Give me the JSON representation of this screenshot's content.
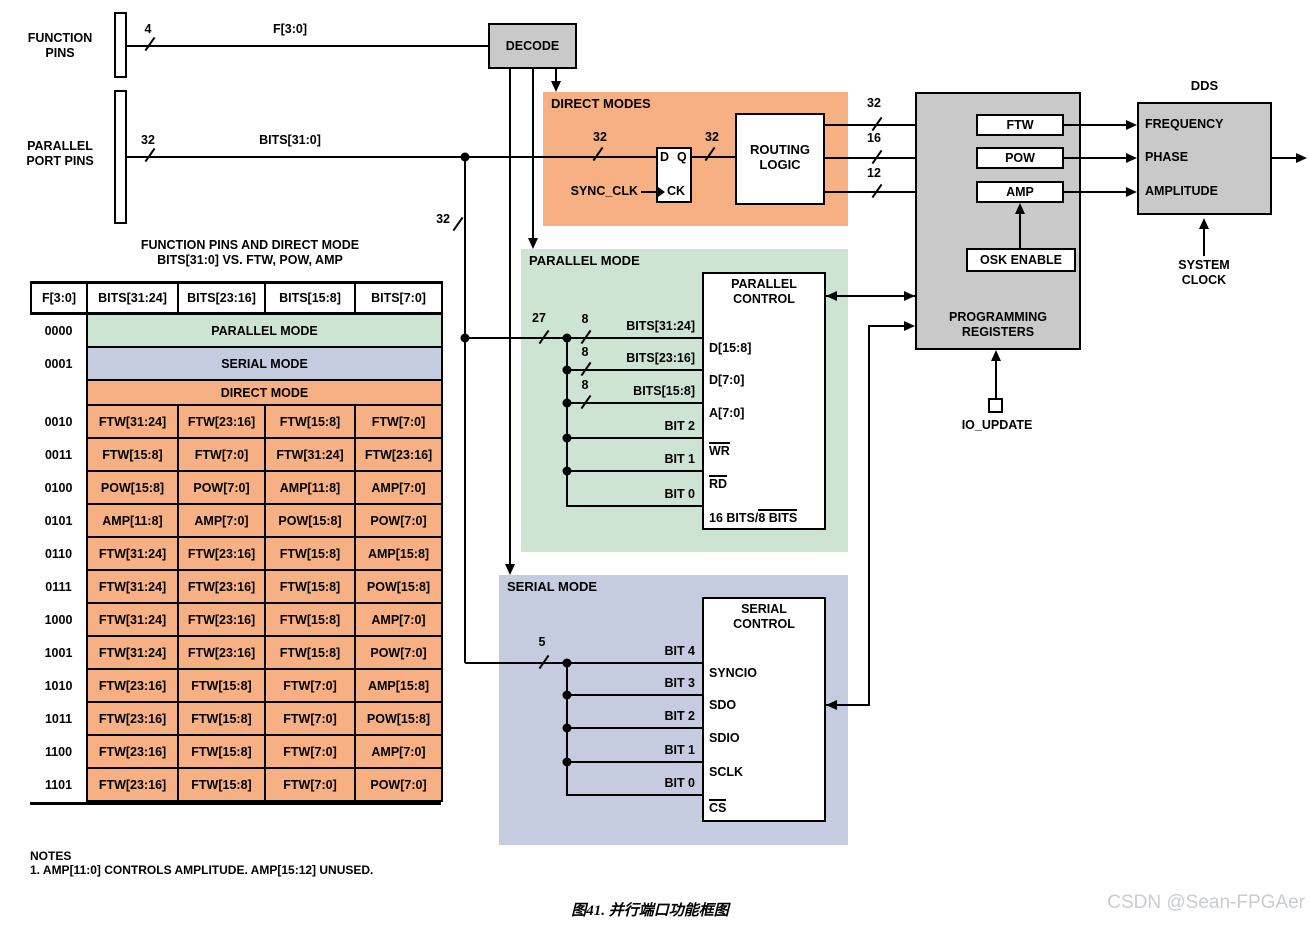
{
  "colors": {
    "orange": "#F7B083",
    "green": "#CDE4D3",
    "blue": "#C5CCDF",
    "gray": "#C9C9C9",
    "watermark": "#C9CBD6"
  },
  "top": {
    "function_pins": [
      "FUNCTION",
      "PINS"
    ],
    "parallel_port_pins": [
      "PARALLEL",
      "PORT PINS"
    ],
    "f_bus": {
      "width": "4",
      "label": "F[3:0]"
    },
    "bits_bus": {
      "width": "32",
      "label": "BITS[31:0]"
    },
    "drop_width": "32",
    "decode": "DECODE"
  },
  "direct_modes": {
    "title": "DIRECT MODES",
    "in_width": "32",
    "sync_clk": "SYNC_CLK",
    "ff": {
      "d": "D",
      "q": "Q",
      "ck": "CK"
    },
    "out_width": "32",
    "routing": [
      "ROUTING",
      "LOGIC"
    ],
    "buses": [
      "32",
      "16",
      "12"
    ]
  },
  "registers": {
    "title": [
      "PROGRAMMING",
      "REGISTERS"
    ],
    "regs": [
      "FTW",
      "POW",
      "AMP"
    ],
    "osk": "OSK ENABLE",
    "io_update": "IO_UPDATE"
  },
  "dds": {
    "title": "DDS",
    "inputs": [
      "FREQUENCY",
      "PHASE",
      "AMPLITUDE"
    ],
    "system_clock": [
      "SYSTEM",
      "CLOCK"
    ]
  },
  "parallel_mode": {
    "title": "PARALLEL MODE",
    "bus_width": "27",
    "control_title": [
      "PARALLEL",
      "CONTROL"
    ],
    "pins": [
      {
        "bus": "8",
        "label": "BITS[31:24]",
        "pin": "D[15:8]"
      },
      {
        "bus": "8",
        "label": "BITS[23:16]",
        "pin": "D[7:0]"
      },
      {
        "bus": "8",
        "label": "BITS[15:8]",
        "pin": "A[7:0]"
      },
      {
        "label": "BIT 2",
        "pin_over": "WR"
      },
      {
        "label": "BIT 1",
        "pin_over": "RD"
      },
      {
        "label": "BIT 0",
        "pin_pre": "16 BITS/",
        "pin_over": "8 BITS"
      }
    ]
  },
  "serial_mode": {
    "title": "SERIAL MODE",
    "bus_width": "5",
    "control_title": [
      "SERIAL",
      "CONTROL"
    ],
    "pins": [
      {
        "label": "BIT 4",
        "pin": "SYNCIO"
      },
      {
        "label": "BIT 3",
        "pin": "SDO"
      },
      {
        "label": "BIT 2",
        "pin": "SDIO"
      },
      {
        "label": "BIT 1",
        "pin": "SCLK"
      },
      {
        "label": "BIT 0",
        "pin_over": "CS"
      }
    ]
  },
  "table": {
    "title": [
      "FUNCTION PINS AND DIRECT MODE",
      "BITS[31:0] VS. FTW, POW, AMP"
    ],
    "headers": [
      "F[3:0]",
      "BITS[31:24]",
      "BITS[23:16]",
      "BITS[15:8]",
      "BITS[7:0]"
    ],
    "mode_rows": [
      {
        "f": "0000",
        "label": "PARALLEL MODE",
        "color_key": "green"
      },
      {
        "f": "0001",
        "label": "SERIAL MODE",
        "color_key": "blue"
      },
      {
        "f": "",
        "label": "DIRECT MODE",
        "color_key": "orange"
      }
    ],
    "rows": [
      {
        "f": "0010",
        "cells": [
          "FTW[31:24]",
          "FTW[23:16]",
          "FTW[15:8]",
          "FTW[7:0]"
        ]
      },
      {
        "f": "0011",
        "cells": [
          "FTW[15:8]",
          "FTW[7:0]",
          "FTW[31:24]",
          "FTW[23:16]"
        ]
      },
      {
        "f": "0100",
        "cells": [
          "POW[15:8]",
          "POW[7:0]",
          "AMP[11:8]",
          "AMP[7:0]"
        ]
      },
      {
        "f": "0101",
        "cells": [
          "AMP[11:8]",
          "AMP[7:0]",
          "POW[15:8]",
          "POW[7:0]"
        ]
      },
      {
        "f": "0110",
        "cells": [
          "FTW[31:24]",
          "FTW[23:16]",
          "FTW[15:8]",
          "AMP[15:8]"
        ]
      },
      {
        "f": "0111",
        "cells": [
          "FTW[31:24]",
          "FTW[23:16]",
          "FTW[15:8]",
          "POW[15:8]"
        ]
      },
      {
        "f": "1000",
        "cells": [
          "FTW[31:24]",
          "FTW[23:16]",
          "FTW[15:8]",
          "AMP[7:0]"
        ]
      },
      {
        "f": "1001",
        "cells": [
          "FTW[31:24]",
          "FTW[23:16]",
          "FTW[15:8]",
          "POW[7:0]"
        ]
      },
      {
        "f": "1010",
        "cells": [
          "FTW[23:16]",
          "FTW[15:8]",
          "FTW[7:0]",
          "AMP[15:8]"
        ]
      },
      {
        "f": "1011",
        "cells": [
          "FTW[23:16]",
          "FTW[15:8]",
          "FTW[7:0]",
          "POW[15:8]"
        ]
      },
      {
        "f": "1100",
        "cells": [
          "FTW[23:16]",
          "FTW[15:8]",
          "FTW[7:0]",
          "AMP[7:0]"
        ]
      },
      {
        "f": "1101",
        "cells": [
          "FTW[23:16]",
          "FTW[15:8]",
          "FTW[7:0]",
          "POW[7:0]"
        ]
      }
    ]
  },
  "notes": {
    "title": "NOTES",
    "items": [
      "1. AMP[11:0] CONTROLS AMPLITUDE. AMP[15:12] UNUSED."
    ]
  },
  "caption": "图41. 并行端口功能框图",
  "watermark": "CSDN @Sean-FPGAer"
}
